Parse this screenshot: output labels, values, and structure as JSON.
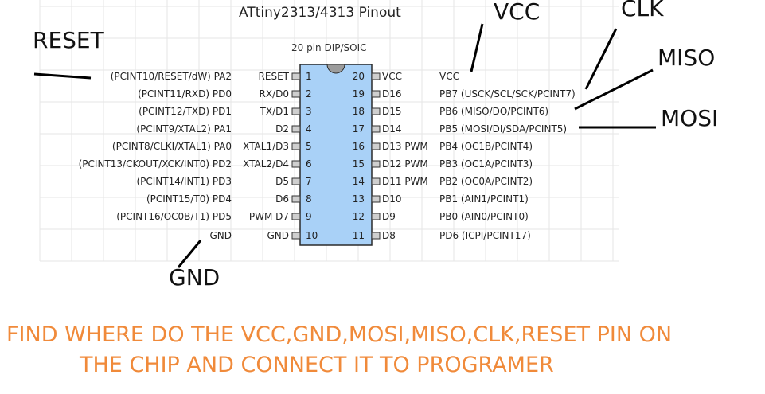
{
  "title": "ATtiny2313/4313 Pinout",
  "package": "20 pin DIP/SOIC",
  "callouts": {
    "vcc": "VCC",
    "clk": "CLK",
    "reset": "RESET",
    "miso": "MISO",
    "mosi": "MOSI",
    "gnd": "GND"
  },
  "pins_left": [
    {
      "num": "1",
      "signal": "(PCINT10/RESET/dW) PA2",
      "arduino": "RESET"
    },
    {
      "num": "2",
      "signal": "(PCINT11/RXD) PD0",
      "arduino": "RX/D0"
    },
    {
      "num": "3",
      "signal": "(PCINT12/TXD) PD1",
      "arduino": "TX/D1"
    },
    {
      "num": "4",
      "signal": "(PCINT9/XTAL2) PA1",
      "arduino": "D2"
    },
    {
      "num": "5",
      "signal": "(PCINT8/CLKI/XTAL1) PA0",
      "arduino": "XTAL1/D3"
    },
    {
      "num": "6",
      "signal": "(PCINT13/CKOUT/XCK/INT0) PD2",
      "arduino": "XTAL2/D4"
    },
    {
      "num": "7",
      "signal": "(PCINT14/INT1) PD3",
      "arduino": "D5"
    },
    {
      "num": "8",
      "signal": "(PCINT15/T0) PD4",
      "arduino": "D6"
    },
    {
      "num": "9",
      "signal": "(PCINT16/OC0B/T1) PD5",
      "arduino": "PWM D7"
    },
    {
      "num": "10",
      "signal": "GND",
      "arduino": "GND"
    }
  ],
  "pins_right": [
    {
      "num": "20",
      "arduino": "VCC",
      "signal": "VCC"
    },
    {
      "num": "19",
      "arduino": "D16",
      "signal": "PB7 (USCK/SCL/SCK/PCINT7)"
    },
    {
      "num": "18",
      "arduino": "D15",
      "signal": "PB6 (MISO/DO/PCINT6)"
    },
    {
      "num": "17",
      "arduino": "D14",
      "signal": "PB5 (MOSI/DI/SDA/PCINT5)"
    },
    {
      "num": "16",
      "arduino": "D13 PWM",
      "signal": "PB4 (OC1B/PCINT4)"
    },
    {
      "num": "15",
      "arduino": "D12 PWM",
      "signal": "PB3 (OC1A/PCINT3)"
    },
    {
      "num": "14",
      "arduino": "D11 PWM",
      "signal": "PB2 (OC0A/PCINT2)"
    },
    {
      "num": "13",
      "arduino": "D10",
      "signal": "PB1 (AIN1/PCINT1)"
    },
    {
      "num": "12",
      "arduino": "D9",
      "signal": "PB0 (AIN0/PCINT0)"
    },
    {
      "num": "11",
      "arduino": "D8",
      "signal": "PD6 (ICPI/PCINT17)"
    }
  ],
  "note_line1": "FIND WHERE DO THE VCC,GND,MOSI,MISO,CLK,RESET PIN ON",
  "note_line2": "THE CHIP AND CONNECT IT TO PROGRAMER",
  "colors": {
    "chip_fill": "#a9d1f7",
    "chip_stroke": "#2b2b2b",
    "grid": "#e6e6e6",
    "note": "#f08a3a",
    "pin_fill": "#cfcfcf"
  }
}
